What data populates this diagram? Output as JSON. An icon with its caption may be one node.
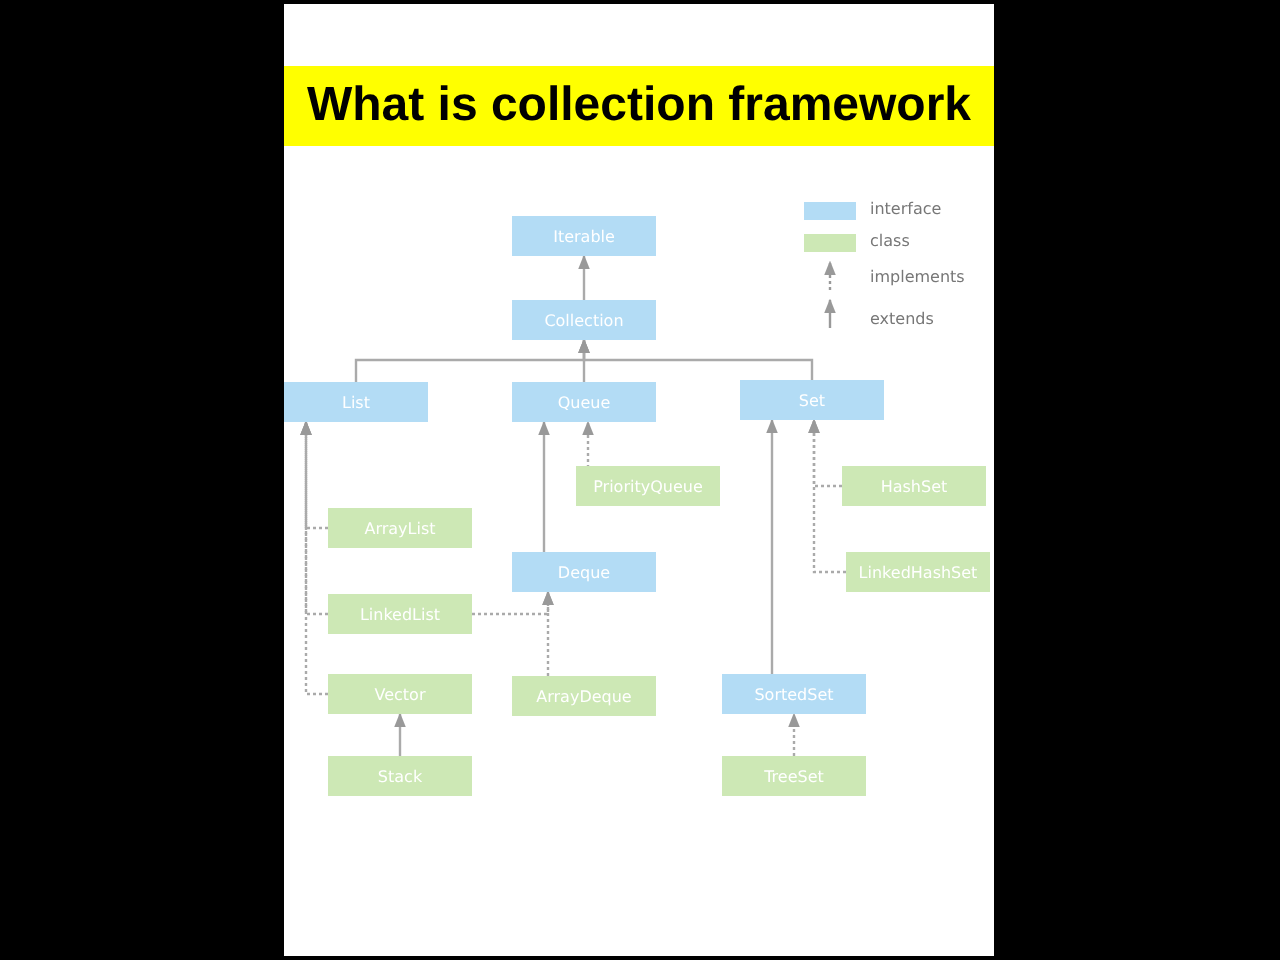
{
  "diagram": {
    "title": "What is collection framework",
    "nodes": [
      {
        "text": [
          "Iterable"
        ]
      },
      {
        "text": [
          "Collection"
        ]
      },
      {
        "text": [
          "List"
        ]
      },
      {
        "text": [
          "Queue"
        ]
      },
      {
        "text": [
          "Set"
        ]
      },
      {
        "text": [
          "PriorityQueue"
        ]
      },
      {
        "text": [
          "ArrayList"
        ]
      },
      {
        "text": [
          "Deque"
        ]
      },
      {
        "text": [
          "HashSet"
        ]
      },
      {
        "text": [
          "LinkedList"
        ]
      },
      {
        "text": [
          "LinkedHashSet"
        ]
      },
      {
        "text": [
          "Vector"
        ]
      },
      {
        "text": [
          "ArrayDeque"
        ]
      },
      {
        "text": [
          "SortedSet"
        ]
      },
      {
        "text": [
          "Stack"
        ]
      },
      {
        "text": [
          "TreeSet"
        ]
      }
    ],
    "edges": [
      {
        "from": 1,
        "to": 0,
        "arrow": "to"
      },
      {
        "from": 2,
        "to": 1,
        "arrow": "to"
      },
      {
        "from": 3,
        "to": 1,
        "arrow": "to"
      },
      {
        "from": 4,
        "to": 1,
        "arrow": "to"
      },
      {
        "from": 5,
        "to": 3,
        "arrow": "to",
        "style": "dashed"
      },
      {
        "from": 7,
        "to": 3,
        "arrow": "to"
      },
      {
        "from": 6,
        "to": 2,
        "arrow": "to",
        "style": "dashed"
      },
      {
        "from": 9,
        "to": 2,
        "arrow": "to",
        "style": "dashed"
      },
      {
        "from": 11,
        "to": 2,
        "arrow": "to",
        "style": "dashed"
      },
      {
        "from": 9,
        "to": 7,
        "arrow": "to",
        "style": "dashed"
      },
      {
        "from": 12,
        "to": 7,
        "arrow": "to",
        "style": "dashed"
      },
      {
        "from": 8,
        "to": 4,
        "arrow": "to",
        "style": "dashed"
      },
      {
        "from": 10,
        "to": 4,
        "arrow": "to",
        "style": "dashed"
      },
      {
        "from": 13,
        "to": 4,
        "arrow": "to"
      },
      {
        "from": 14,
        "to": 11,
        "arrow": "to"
      },
      {
        "from": 15,
        "to": 13,
        "arrow": "to",
        "style": "dashed"
      }
    ],
    "legend": [
      {
        "text": "interface",
        "color": "#b3dcf5"
      },
      {
        "text": "class",
        "color": "#cde8b5"
      },
      {
        "text": "implements"
      },
      {
        "text": "extends"
      }
    ]
  }
}
